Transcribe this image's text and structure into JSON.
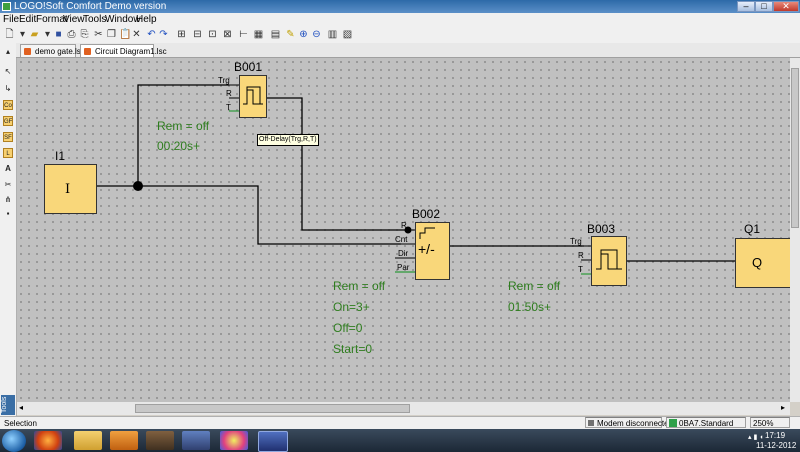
{
  "window": {
    "title": "LOGO!Soft Comfort Demo version",
    "minimize_icon": "minimize-icon",
    "maximize_icon": "maximize-icon",
    "close_icon": "close-icon"
  },
  "menu": [
    "File",
    "Edit",
    "Format",
    "View",
    "Tools",
    "Window",
    "Help"
  ],
  "tabs": [
    {
      "label": "demo gate.lsc",
      "active": false
    },
    {
      "label": "Circuit Diagram1.lsc",
      "active": true
    }
  ],
  "left_tools": {
    "tools_label": "Tools",
    "items": [
      "pointer-tool",
      "connect-tool",
      "co-constants",
      "gf-basic-functions",
      "sf-special-functions",
      "l-level",
      "text-tool",
      "cut-connection-tool",
      "split-connection-tool",
      "simulation-tool"
    ]
  },
  "diagram": {
    "blocks": [
      {
        "id": "I1",
        "symbol": "I"
      },
      {
        "id": "B001",
        "pins": [
          "Trg",
          "R",
          "T"
        ],
        "tooltip": "Off-Delay(Trg,R,T)",
        "params": [
          "Rem = off",
          "00:20s+"
        ]
      },
      {
        "id": "B002",
        "symbol": "+/-",
        "pins": [
          "R",
          "Cnt",
          "Dir",
          "Par"
        ],
        "params": [
          "Rem = off",
          "On=3+",
          "Off=0",
          "Start=0"
        ]
      },
      {
        "id": "B003",
        "pins": [
          "Trg",
          "R",
          "T"
        ],
        "params": [
          "Rem = off",
          "01:50s+"
        ]
      },
      {
        "id": "Q1",
        "symbol": "Q"
      }
    ]
  },
  "status": {
    "left": "Selection",
    "modem": "Modem disconnected",
    "device": "0BA7.Standard",
    "zoom": "250%"
  },
  "taskbar": {
    "time": "17:19",
    "date": "11-12-2012"
  },
  "colors": {
    "block_fill": "#f9d77a",
    "canvas": "#c0c0c0",
    "param_text": "#2e7d1e",
    "title_bar": "#2d6aa8"
  }
}
